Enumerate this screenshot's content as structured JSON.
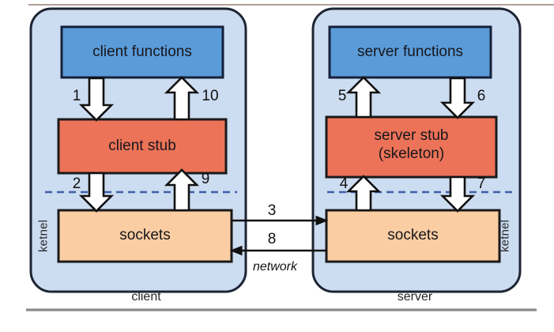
{
  "diagram": {
    "title": "RPC client/server socket layering diagram",
    "colors": {
      "panel_fill": "#ccdcf1",
      "panel_stroke": "#1d2433",
      "functions_fill": "#5b9bd8",
      "functions_stroke": "#15203a",
      "stub_fill": "#ec7358",
      "stub_stroke": "#1a1a1a",
      "sockets_fill": "#fbcda2",
      "sockets_stroke": "#1a1a1a",
      "arrow_fill": "#ffffff",
      "arrow_stroke": "#111111",
      "dashed_line": "#3f5fa8",
      "rule_line": "#8a8a8a",
      "top_rule_line": "#9c7f78"
    },
    "left_panel": {
      "side_label": "ketnel",
      "bottom_label": "client",
      "boxes": [
        {
          "id": "client-functions",
          "label": "client functions",
          "kind": "functions"
        },
        {
          "id": "client-stub",
          "label": "client stub",
          "kind": "stub"
        },
        {
          "id": "client-sockets",
          "label": "sockets",
          "kind": "sockets"
        }
      ],
      "arrows": [
        {
          "id": "client-fn-to-stub",
          "number": "1",
          "direction": "down",
          "from": "client functions",
          "to": "client stub"
        },
        {
          "id": "client-stub-to-fn",
          "number": "10",
          "direction": "up",
          "from": "client stub",
          "to": "client functions"
        },
        {
          "id": "client-stub-to-sockets",
          "number": "2",
          "direction": "down",
          "from": "client stub",
          "to": "sockets"
        },
        {
          "id": "client-sockets-to-stub",
          "number": "9",
          "direction": "up",
          "from": "sockets",
          "to": "client stub"
        }
      ]
    },
    "right_panel": {
      "side_label": "ketnel",
      "bottom_label": "server",
      "boxes": [
        {
          "id": "server-functions",
          "label": "server functions",
          "kind": "functions"
        },
        {
          "id": "server-stub",
          "label_line1": "server stub",
          "label_line2": "(skeleton)",
          "kind": "stub"
        },
        {
          "id": "server-sockets",
          "label": "sockets",
          "kind": "sockets"
        }
      ],
      "arrows": [
        {
          "id": "server-stub-to-fn",
          "number": "5",
          "direction": "up",
          "from": "server stub",
          "to": "server functions"
        },
        {
          "id": "server-fn-to-stub",
          "number": "6",
          "direction": "down",
          "from": "server functions",
          "to": "server stub"
        },
        {
          "id": "server-sockets-to-stub",
          "number": "4",
          "direction": "up",
          "from": "sockets",
          "to": "server stub"
        },
        {
          "id": "server-stub-to-sockets",
          "number": "7",
          "direction": "down",
          "from": "server stub",
          "to": "sockets"
        }
      ]
    },
    "network": {
      "label": "network",
      "request_number": "3",
      "reply_number": "8"
    }
  }
}
